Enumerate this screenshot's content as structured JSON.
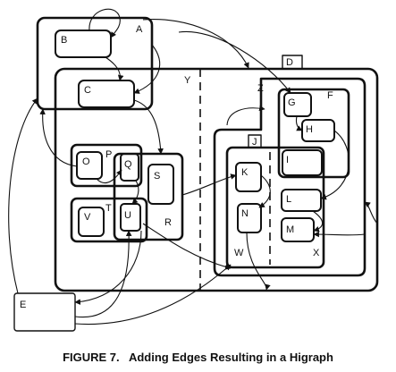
{
  "caption": "FIGURE 7.   Adding Edges Resulting in a Higraph",
  "labels": {
    "A": "A",
    "B": "B",
    "C": "C",
    "D": "D",
    "E": "E",
    "F": "F",
    "G": "G",
    "H": "H",
    "I": "I",
    "J": "J",
    "K": "K",
    "L": "L",
    "M": "M",
    "N": "N",
    "O": "O",
    "P": "P",
    "Q": "Q",
    "R": "R",
    "S": "S",
    "T": "T",
    "U": "U",
    "V": "V",
    "W": "W",
    "X": "X",
    "Y": "Y",
    "Z": "Z"
  }
}
